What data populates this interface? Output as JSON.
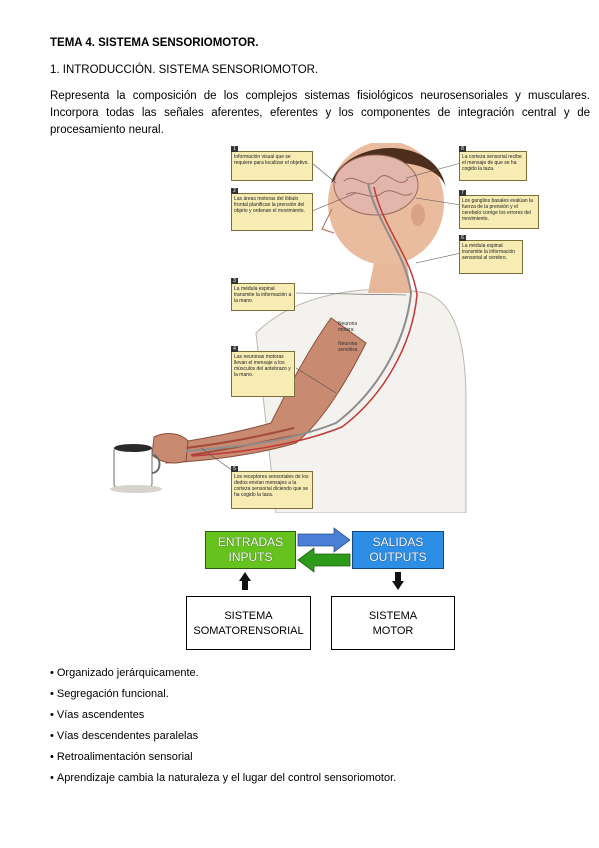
{
  "heading": "TEMA 4. SISTEMA SENSORIOMOTOR.",
  "section": "1. INTRODUCCIÓN. SISTEMA SENSORIOMOTOR.",
  "intro": "Representa la composición de los complejos sistemas fisiológicos neurosensoriales y musculares. Incorpora todas las señales aferentes, eferentes y los componentes de integración central y de procesamiento neural.",
  "figure": {
    "callouts": [
      {
        "num": "1",
        "text": "Información visual que se requiere para localizar el objetivo."
      },
      {
        "num": "2",
        "text": "Las áreas motoras del lóbulo frontal planifican la prensión del objeto y ordenan el movimiento."
      },
      {
        "num": "3",
        "text": "La médula espinal transmite la información a la mano."
      },
      {
        "num": "4",
        "text": "Las neuronas motoras llevan el mensaje a los músculos del antebrazo y la mano."
      },
      {
        "num": "5",
        "text": "Los receptores sensoriales de los dedos envían mensajes a la corteza sensorial diciendo que se ha cogido la taza."
      },
      {
        "num": "6",
        "text": "La médula espinal transmite la información sensorial al cerebro."
      },
      {
        "num": "7",
        "text": "Los ganglios basales evalúan la fuerza de la prensión y el cerebelo corrige los errores del movimiento."
      },
      {
        "num": "8",
        "text": "La corteza sensorial recibe el mensaje de que se ha cogido la taza."
      }
    ],
    "neuron_labels": {
      "motor": "Neurona motora",
      "sensory": "Neurona sensitiva"
    }
  },
  "diagram": {
    "inputs_line1": "ENTRADAS",
    "inputs_line2": "INPUTS",
    "outputs_line1": "SALIDAS",
    "outputs_line2": "OUTPUTS",
    "somato_line1": "SISTEMA",
    "somato_line2": "SOMATORENSORIAL",
    "motor_line1": "SISTEMA",
    "motor_line2": "MOTOR",
    "colors": {
      "inputs": "#66c31e",
      "outputs": "#2d8ee6",
      "arrow_right": "#4a7fd6",
      "arrow_left": "#2e9a1a"
    }
  },
  "bullets": [
    "Organizado jerárquicamente.",
    "Segregación funcional.",
    "Vías ascendentes",
    "Vías descendentes paralelas",
    "Retroalimentación sensorial",
    "Aprendizaje cambia la naturaleza y el lugar del control sensoriomotor."
  ]
}
